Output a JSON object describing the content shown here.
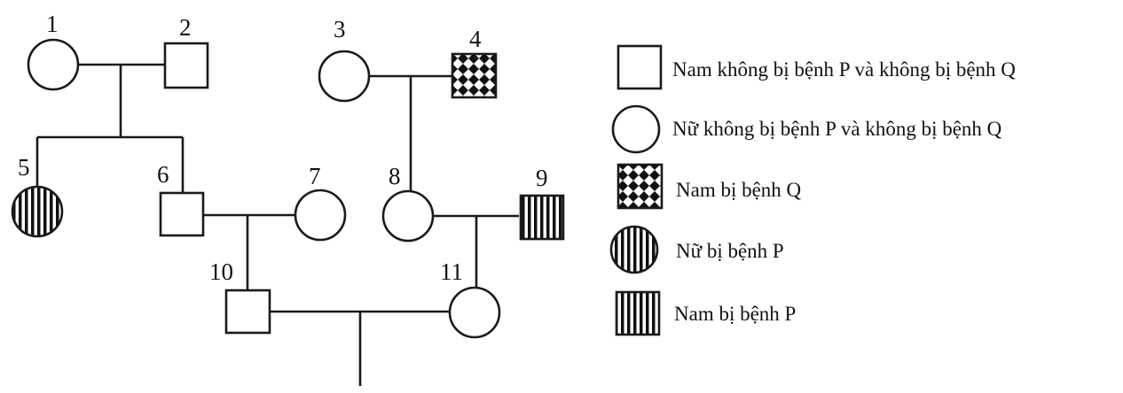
{
  "individuals": {
    "i1": "1",
    "i2": "2",
    "i3": "3",
    "i4": "4",
    "i5": "5",
    "i6": "6",
    "i7": "7",
    "i8": "8",
    "i9": "9",
    "i10": "10",
    "i11": "11"
  },
  "legend": {
    "male_normal": "Nam không bị bệnh P và không bị bệnh Q",
    "female_normal": "Nữ không bị bệnh P và không bị bệnh Q",
    "male_q": "Nam bị bệnh Q",
    "female_p": "Nữ bị bệnh P",
    "male_p": "Nam bị bệnh P"
  }
}
